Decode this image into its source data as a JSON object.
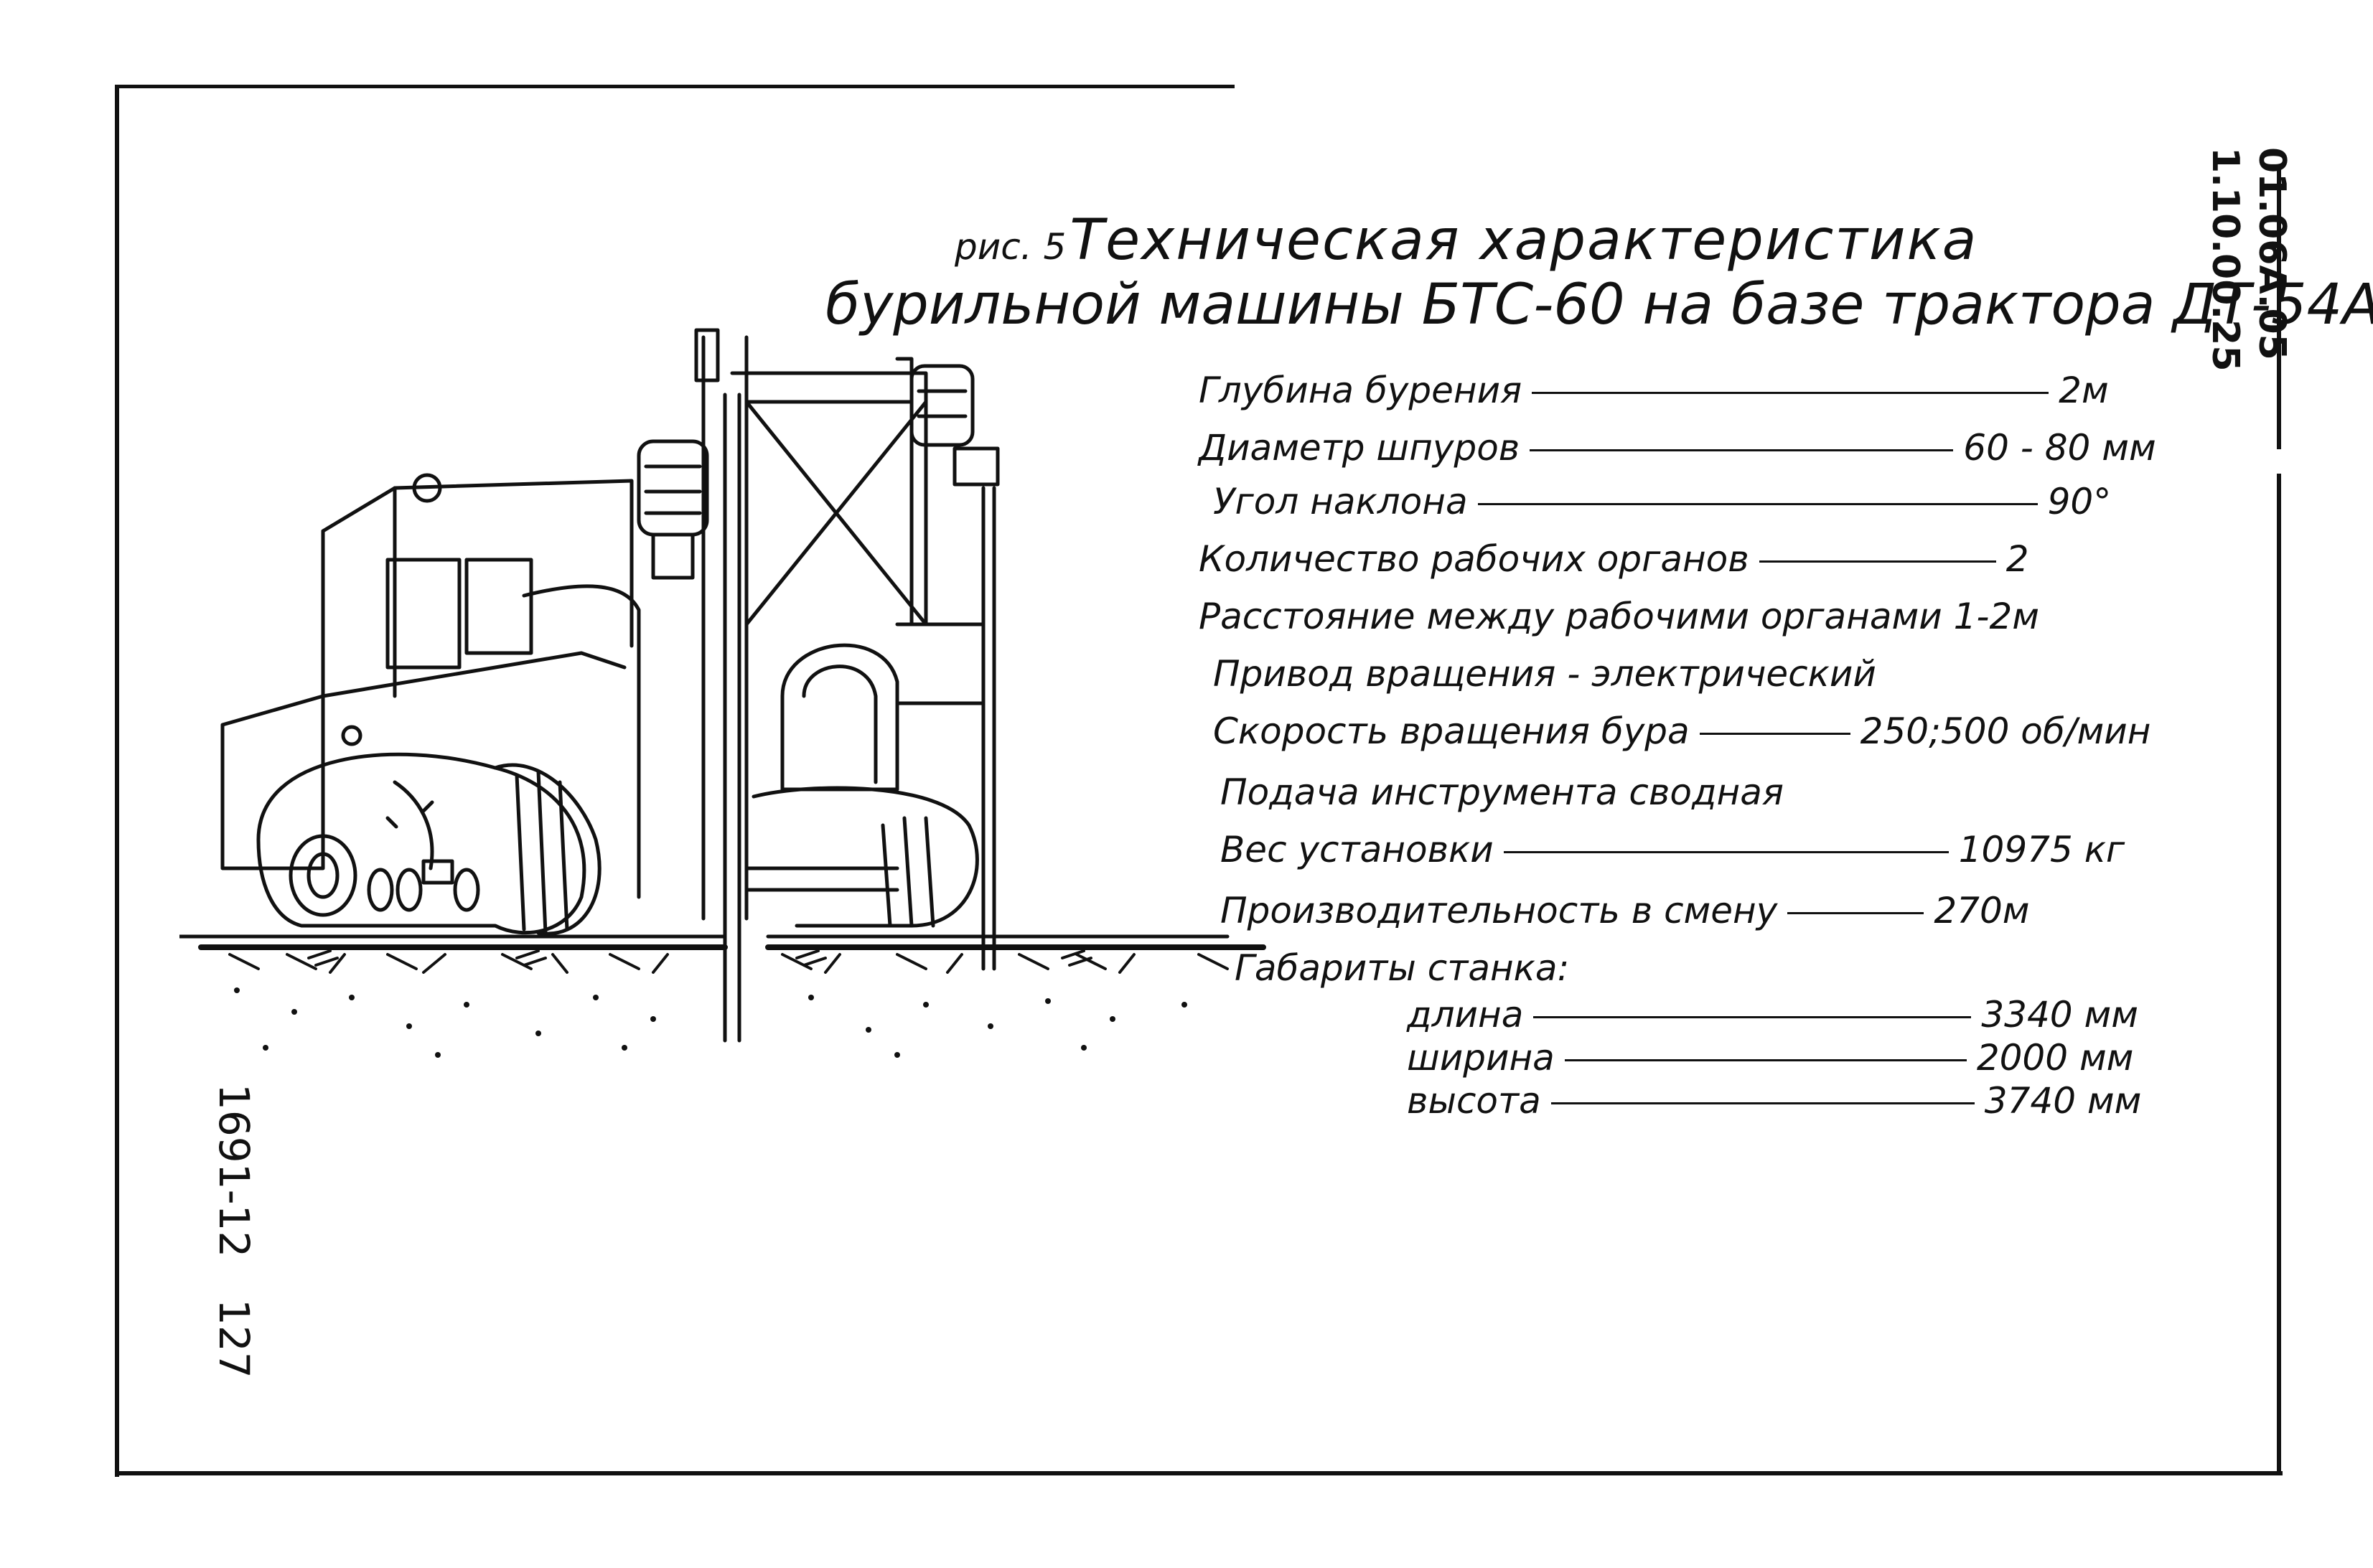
{
  "title": {
    "prefix": "рис. 5",
    "line1": "Техническая   характеристика",
    "line2": "бурильной машины БТС-60 на базе трактора ДТ-54А"
  },
  "codes": {
    "line1": "01.06А.05",
    "line2": "1.10.00.25"
  },
  "specs": [
    {
      "label": "Глубина бурения",
      "value": "2м"
    },
    {
      "label": "Диаметр шпуров",
      "value": "60 - 80 мм"
    },
    {
      "label": "Угол наклона",
      "value": "90°"
    },
    {
      "label": "Количество рабочих органов",
      "value": "2"
    },
    {
      "label": "Расстояние между рабочими органами 1-2м",
      "value": ""
    },
    {
      "label": "Привод вращения - электрический",
      "value": ""
    },
    {
      "label": "Скорость вращения бура",
      "value": "250;500 об/мин"
    },
    {
      "label": "Подача инструмента сводная",
      "value": ""
    },
    {
      "label": "Вес установки",
      "value": "10975 кг"
    },
    {
      "label": "Производительность в смену",
      "value": "270м"
    },
    {
      "label": "Габариты станка:",
      "value": ""
    },
    {
      "label": "длина",
      "value": "3340 мм"
    },
    {
      "label": "ширина",
      "value": "2000 мм"
    },
    {
      "label": "высота",
      "value": "3740 мм"
    }
  ],
  "side": {
    "archive": "1691-12",
    "page": "127"
  }
}
